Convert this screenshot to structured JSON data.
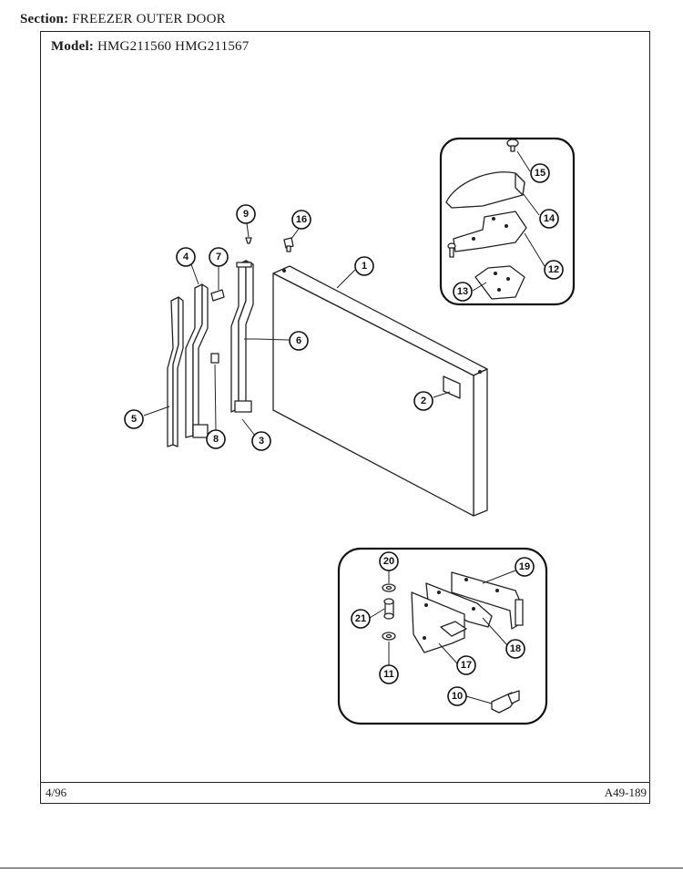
{
  "header": {
    "section_label": "Section:",
    "section_value": "FREEZER OUTER DOOR",
    "model_label": "Model:",
    "model_value": "HMG211560  HMG211567"
  },
  "footer": {
    "date": "4/96",
    "code": "A49-189"
  },
  "callouts": {
    "c1": "1",
    "c2": "2",
    "c3": "3",
    "c4": "4",
    "c5": "5",
    "c6": "6",
    "c7": "7",
    "c8": "8",
    "c9": "9",
    "c10": "10",
    "c11": "11",
    "c12": "12",
    "c13": "13",
    "c14": "14",
    "c15": "15",
    "c16": "16",
    "c17": "17",
    "c18": "18",
    "c19": "19",
    "c20": "20",
    "c21": "21"
  }
}
